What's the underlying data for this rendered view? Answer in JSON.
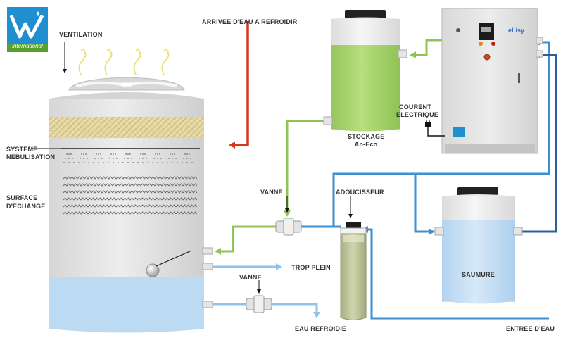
{
  "logo": {
    "text": "international",
    "brand_color": "#1f8fd0"
  },
  "labels": {
    "ventilation": "VENTILATION",
    "arrivee": "ARRIVEE D'EAU A REFROIDIR",
    "systeme": "SYSTEME",
    "nebulisation": "NEBULISATION",
    "surface": "SURFACE",
    "echange": "D'ECHANGE",
    "vanne_top": "VANNE",
    "vanne_bottom": "VANNE",
    "trop_plein": "TROP PLEIN",
    "eau_refroidie": "EAU REFROIDIE",
    "stockage": "STOCKAGE",
    "an_eco": "An-Eco",
    "courant": "COURENT",
    "electrique": "ELECTRIQUE",
    "adoucisseur": "ADOUCISSEUR",
    "saumure": "SAUMURE",
    "entree": "ENTREE D'EAU"
  },
  "panel": {
    "brand": "eLisy"
  },
  "colors": {
    "pipe_hot": "#d4391e",
    "pipe_green": "#8fc455",
    "pipe_blue": "#3c8fd0",
    "pipe_light_blue": "#8fc3ea",
    "water_blue": "#bfdcf3",
    "green_liquid": "#a6d36a"
  }
}
